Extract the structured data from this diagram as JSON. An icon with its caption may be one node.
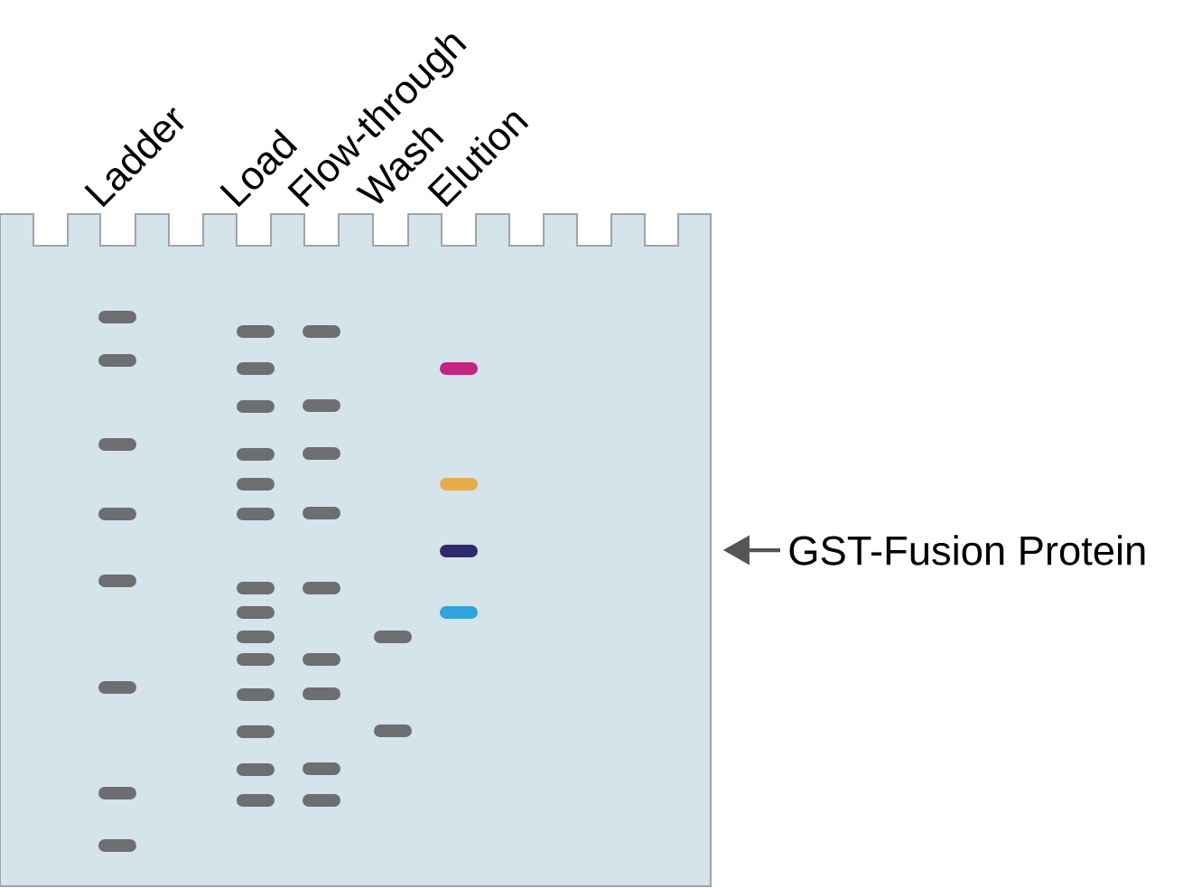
{
  "diagram": {
    "nodes": [
      {
        "text": [],
        "shape": "box"
      },
      {
        "text": [
          "GST-Fusion Protein"
        ]
      }
    ],
    "edges": [
      {
        "from": 1,
        "to": 0,
        "arrow": "to"
      }
    ],
    "labels": [
      "Ladder",
      "Load",
      "Flow-through",
      "Wash",
      "Elution"
    ]
  }
}
